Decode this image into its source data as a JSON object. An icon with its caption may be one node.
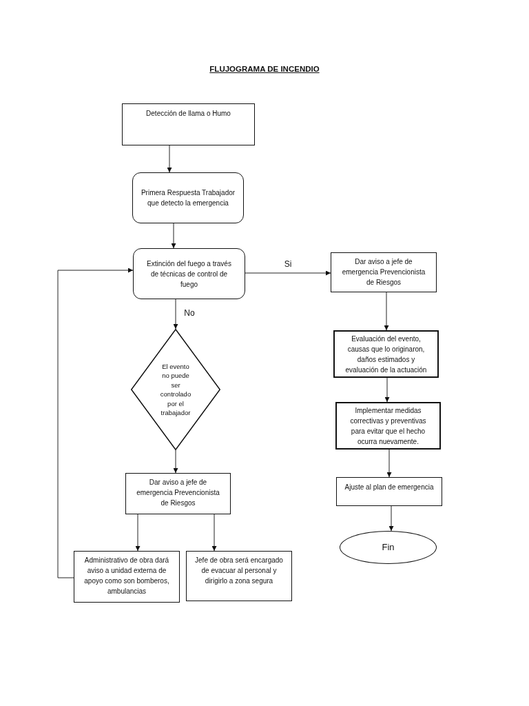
{
  "diagram": {
    "title": "FLUJOGRAMA DE INCENDIO",
    "nodes": [
      {
        "text": [
          "Detección de llama o Humo"
        ]
      },
      {
        "text": [
          "Primera Respuesta Trabajador que detecto la emergencia"
        ]
      },
      {
        "text": [
          "Extinción del fuego a través de técnicas de control de fuego"
        ]
      },
      {
        "text": [
          "Dar aviso a jefe de emergencia Prevencionista de Riesgos"
        ]
      },
      {
        "text": [
          "El evento no puede ser controlado por el trabajador"
        ]
      },
      {
        "text": [
          "Evaluación del evento, causas que lo originaron, daños estimados y evaluación de la actuación"
        ]
      },
      {
        "text": [
          "Implementar medidas correctivas y preventivas para evitar que el hecho ocurra nuevamente."
        ]
      },
      {
        "text": [
          "Dar aviso a jefe de emergencia Prevencionista de Riesgos"
        ]
      },
      {
        "text": [
          "Ajuste al plan de emergencia"
        ]
      },
      {
        "text": [
          "Fin"
        ]
      },
      {
        "text": [
          "Administrativo de obra dará aviso a unidad externa de apoyo como son bomberos, ambulancias"
        ]
      },
      {
        "text": [
          "Jefe de obra será encargado de evacuar al personal y dirigirlo a zona segura"
        ]
      }
    ],
    "edges": [
      {
        "from": 0,
        "to": 1,
        "arrow": "to"
      },
      {
        "from": 1,
        "to": 2,
        "arrow": "to"
      },
      {
        "from": 2,
        "to": 3,
        "arrow": "to",
        "label": "Si"
      },
      {
        "from": 2,
        "to": 4,
        "arrow": "to",
        "label": "No"
      },
      {
        "from": 3,
        "to": 5,
        "arrow": "to"
      },
      {
        "from": 5,
        "to": 6,
        "arrow": "to"
      },
      {
        "from": 6,
        "to": 8,
        "arrow": "to"
      },
      {
        "from": 8,
        "to": 9,
        "arrow": "to"
      },
      {
        "from": 4,
        "to": 7,
        "arrow": "to"
      },
      {
        "from": 7,
        "to": 10,
        "arrow": "to"
      },
      {
        "from": 7,
        "to": 11,
        "arrow": "to"
      },
      {
        "from": 10,
        "to": 2,
        "arrow": "to"
      }
    ]
  }
}
